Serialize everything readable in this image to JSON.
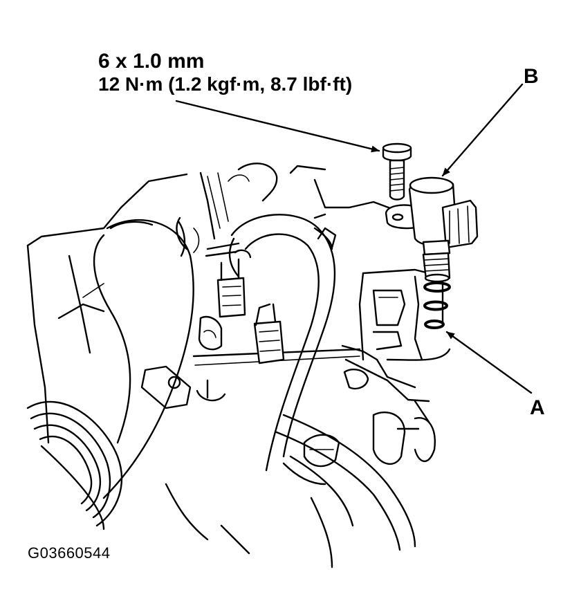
{
  "callouts": {
    "bolt_size": "6 x 1.0 mm",
    "bolt_torque": "12 N·m (1.2 kgf·m, 8.7 lbf·ft)",
    "label_a": "A",
    "label_b": "B"
  },
  "figure_code": "G03660544",
  "colors": {
    "line": "#000000",
    "background": "#ffffff"
  }
}
